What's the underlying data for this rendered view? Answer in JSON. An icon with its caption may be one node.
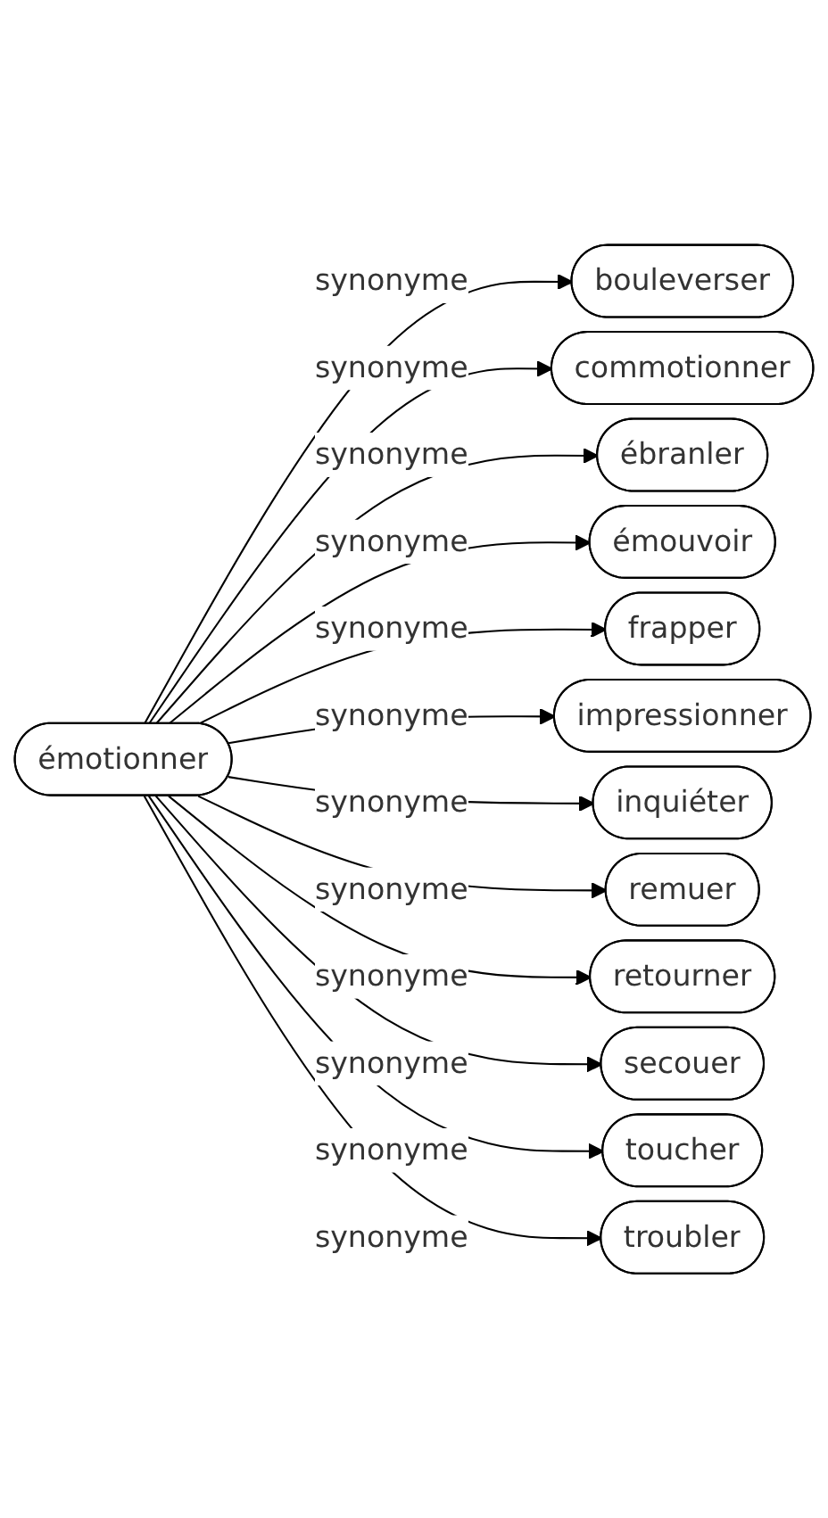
{
  "diagram": {
    "nodes": [
      {
        "text": [
          "émotionner"
        ]
      },
      {
        "text": [
          "bouleverser"
        ]
      },
      {
        "text": [
          "commotionner"
        ]
      },
      {
        "text": [
          "ébranler"
        ]
      },
      {
        "text": [
          "émouvoir"
        ]
      },
      {
        "text": [
          "frapper"
        ]
      },
      {
        "text": [
          "impressionner"
        ]
      },
      {
        "text": [
          "inquiéter"
        ]
      },
      {
        "text": [
          "remuer"
        ]
      },
      {
        "text": [
          "retourner"
        ]
      },
      {
        "text": [
          "secouer"
        ]
      },
      {
        "text": [
          "toucher"
        ]
      },
      {
        "text": [
          "troubler"
        ]
      }
    ],
    "edges": [
      {
        "from": 0,
        "to": 1,
        "arrow": "to",
        "label": "synonyme"
      },
      {
        "from": 0,
        "to": 2,
        "arrow": "to",
        "label": "synonyme"
      },
      {
        "from": 0,
        "to": 3,
        "arrow": "to",
        "label": "synonyme"
      },
      {
        "from": 0,
        "to": 4,
        "arrow": "to",
        "label": "synonyme"
      },
      {
        "from": 0,
        "to": 5,
        "arrow": "to",
        "label": "synonyme"
      },
      {
        "from": 0,
        "to": 6,
        "arrow": "to",
        "label": "synonyme"
      },
      {
        "from": 0,
        "to": 7,
        "arrow": "to",
        "label": "synonyme"
      },
      {
        "from": 0,
        "to": 8,
        "arrow": "to",
        "label": "synonyme"
      },
      {
        "from": 0,
        "to": 9,
        "arrow": "to",
        "label": "synonyme"
      },
      {
        "from": 0,
        "to": 10,
        "arrow": "to",
        "label": "synonyme"
      },
      {
        "from": 0,
        "to": 11,
        "arrow": "to",
        "label": "synonyme"
      },
      {
        "from": 0,
        "to": 12,
        "arrow": "to",
        "label": "synonyme"
      }
    ]
  }
}
